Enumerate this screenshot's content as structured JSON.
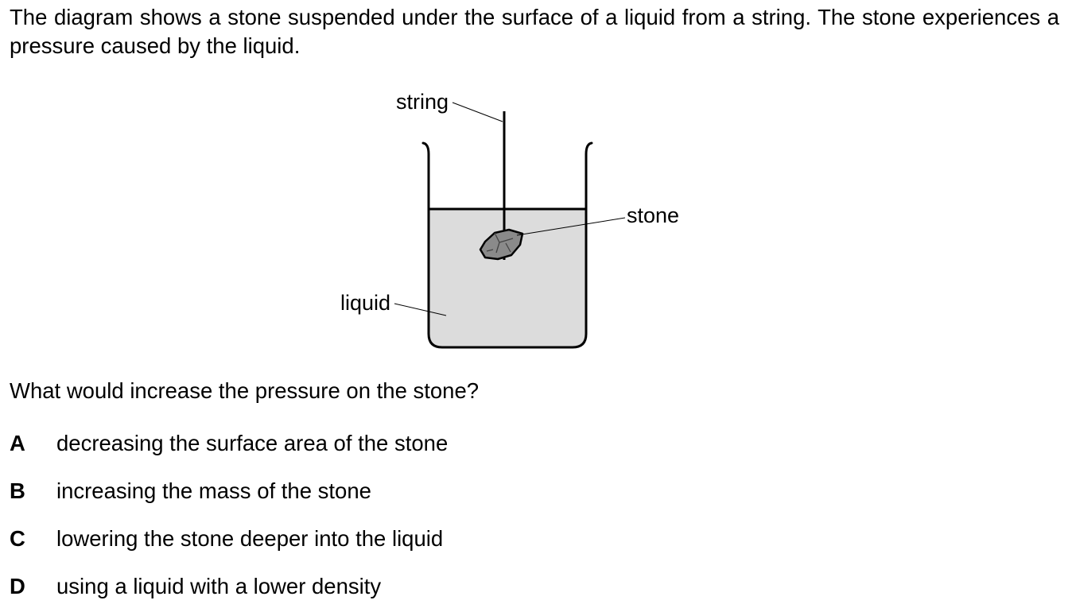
{
  "intro": "The diagram shows a stone suspended under the surface of a liquid from a string. The stone experiences a pressure caused by the liquid.",
  "diagram": {
    "labels": {
      "string": "string",
      "stone": "stone",
      "liquid": "liquid"
    },
    "colors": {
      "liquid": "#dcdcdc",
      "stone": "#8a8a8a",
      "line": "#000000"
    }
  },
  "question": "What would increase the pressure on the stone?",
  "options": [
    {
      "letter": "A",
      "text": "decreasing the surface area of the stone"
    },
    {
      "letter": "B",
      "text": "increasing the mass of the stone"
    },
    {
      "letter": "C",
      "text": "lowering the stone deeper into the liquid"
    },
    {
      "letter": "D",
      "text": "using a liquid with a lower density"
    }
  ]
}
